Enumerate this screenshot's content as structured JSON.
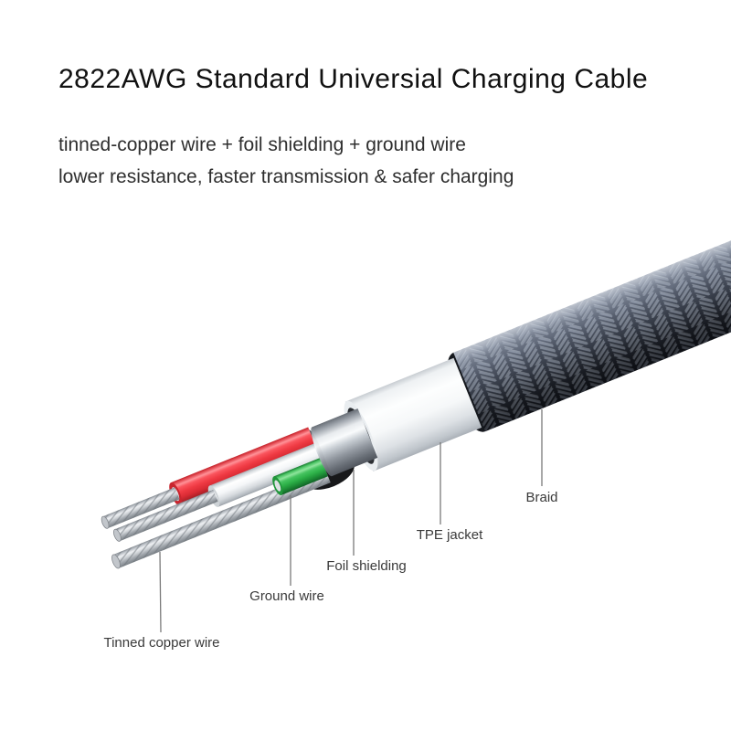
{
  "header": {
    "title": "2822AWG Standard Universial Charging Cable",
    "subtitle_line1": "tinned-copper wire + foil shielding + ground wire",
    "subtitle_line2": "lower resistance, faster transmission & safer charging"
  },
  "diagram": {
    "labels": {
      "braid": "Braid",
      "tpe_jacket": "TPE jacket",
      "foil_shielding": "Foil shielding",
      "ground_wire": "Ground wire",
      "tinned_copper_wire": "Tinned copper wire"
    },
    "colors": {
      "background": "#ffffff",
      "braid": "#4a5260",
      "tpe_jacket": "#f5f7f9",
      "foil_shielding": "#c6ccd2",
      "red_wire": "#ee3a43",
      "white_wire": "#f2f4f6",
      "green_ground_wire": "#2fb34a",
      "tinned_copper_strand": "#c9cdd2",
      "leader_line": "#7a7a7a",
      "label_text": "#3a3a3a",
      "title_text": "#111111"
    }
  }
}
